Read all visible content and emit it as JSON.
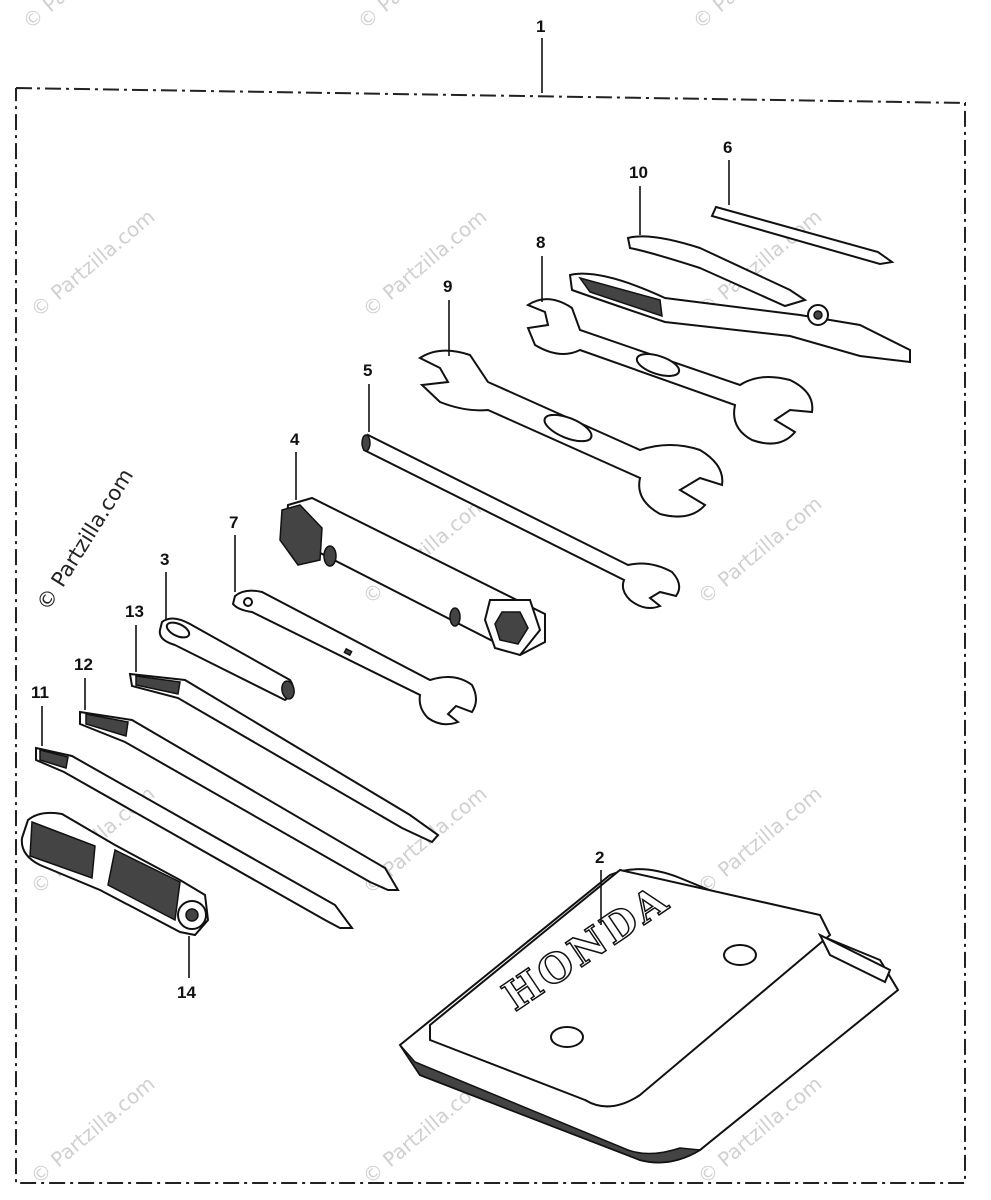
{
  "diagram": {
    "watermark_text": "© Partzilla.com",
    "pouch_brand": "HONDA",
    "callouts": {
      "c1": "1",
      "c2": "2",
      "c3": "3",
      "c4": "4",
      "c5": "5",
      "c6": "6",
      "c7": "7",
      "c8": "8",
      "c9": "9",
      "c10": "10",
      "c11": "11",
      "c12": "12",
      "c13": "13",
      "c14": "14"
    }
  }
}
